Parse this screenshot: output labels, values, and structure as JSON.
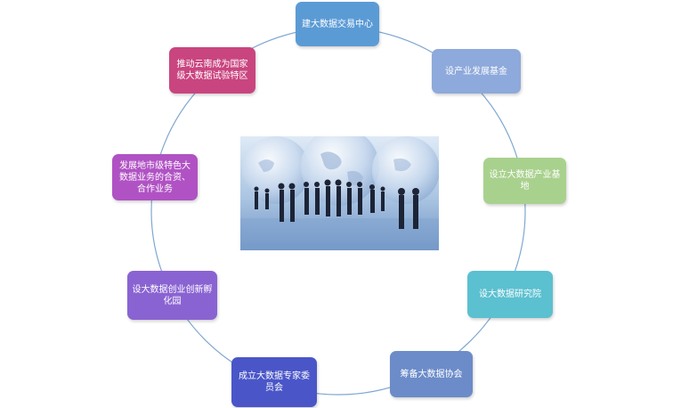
{
  "nodes": [
    {
      "key": "exchange",
      "label": "建大数据交易中心",
      "color": "#5b9bd5"
    },
    {
      "key": "fund",
      "label": "设产业发展基金",
      "color": "#8ea9db"
    },
    {
      "key": "industry_base",
      "label": "设立大数据产业基地",
      "color": "#a9d18e"
    },
    {
      "key": "institute",
      "label": "设大数据研究院",
      "color": "#5bc0d0"
    },
    {
      "key": "association",
      "label": "筹备大数据协会",
      "color": "#6c8cc9"
    },
    {
      "key": "committee",
      "label": "成立大数据专家委员会",
      "color": "#4a56c8"
    },
    {
      "key": "incubator",
      "label": "设大数据创业创新孵化园",
      "color": "#8a63d2"
    },
    {
      "key": "featured_business",
      "label": "发展地市级特色大数据业务的合资、合作业务",
      "color": "#b052c4"
    },
    {
      "key": "pilot_zone",
      "label": "推动云南成为国家级大数据试验特区",
      "color": "#c9457f"
    }
  ],
  "ring_color": "#7fa7d1",
  "center_image": {
    "subject": "business-people-globe"
  }
}
